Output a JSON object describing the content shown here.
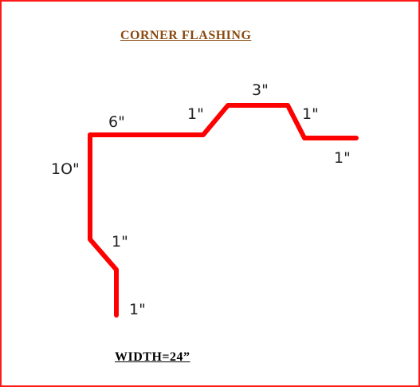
{
  "title": "CORNER  FLASHING",
  "width_label": "WIDTH=24”",
  "colors": {
    "border": "#ff1a1a",
    "profile_line": "#ff0000",
    "title": "#8a4a10"
  },
  "dimensions": {
    "top_horizontal": "6\"",
    "rise_left": "1\"",
    "top_flat": "3\"",
    "drop_right": "1\"",
    "right_leg": "1\"",
    "vertical": "1O\"",
    "lower_bend": "1\"",
    "bottom_leg": "1\""
  }
}
